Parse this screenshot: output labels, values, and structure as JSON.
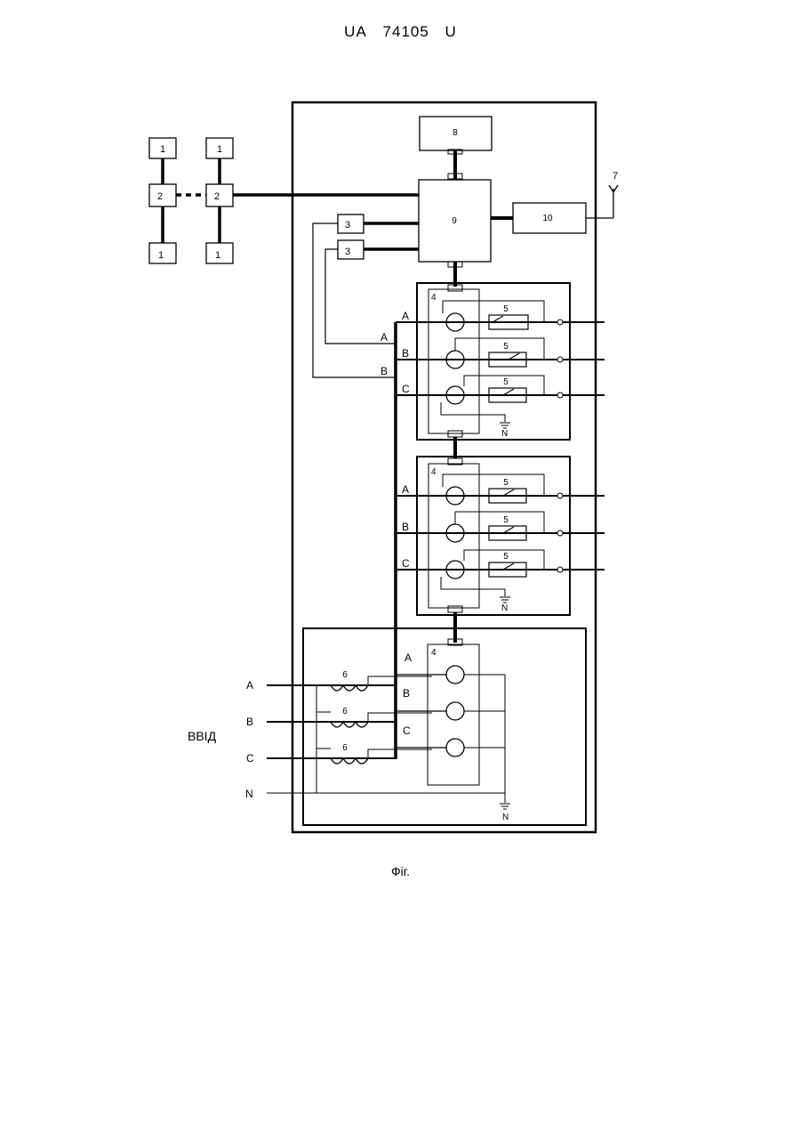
{
  "header": {
    "country": "UA",
    "number": "74105",
    "kind": "U"
  },
  "caption": "Фіг.",
  "diagram": {
    "left_blocks": {
      "top_labels": [
        "1",
        "1"
      ],
      "mid_labels": [
        "2",
        "2"
      ],
      "bottom_labels": [
        "1",
        "1"
      ]
    },
    "block8": "8",
    "block9": "9",
    "block10": "10",
    "antenna": "7",
    "block3": [
      "3",
      "3"
    ],
    "wire_labels": [
      "A",
      "B"
    ],
    "module_label": "4",
    "switch_label": "5",
    "ct_label": "6",
    "phases": [
      "A",
      "B",
      "C"
    ],
    "neutral_short": "N",
    "input_phases": [
      "A",
      "B",
      "C",
      "N"
    ],
    "input_label": "ВВІД"
  }
}
